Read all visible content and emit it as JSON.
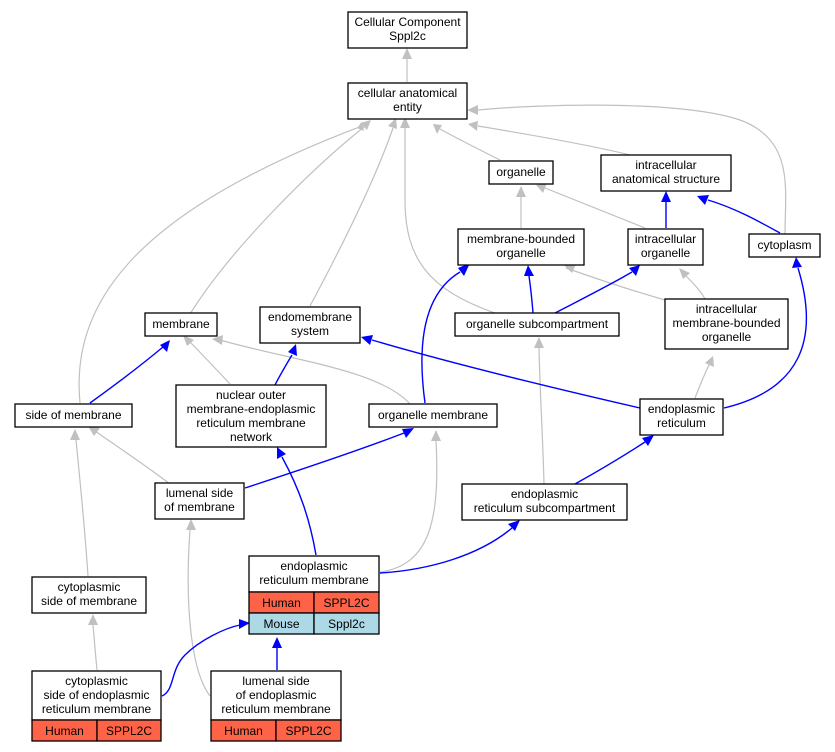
{
  "nodes": {
    "root": [
      "Cellular Component",
      "Sppl2c"
    ],
    "cae": [
      "cellular anatomical",
      "entity"
    ],
    "organelle": [
      "organelle"
    ],
    "ias": [
      "intracellular",
      "anatomical structure"
    ],
    "mbo": [
      "membrane-bounded",
      "organelle"
    ],
    "io": [
      "intracellular",
      "organelle"
    ],
    "cytoplasm": [
      "cytoplasm"
    ],
    "membrane": [
      "membrane"
    ],
    "endo": [
      "endomembrane",
      "system"
    ],
    "osub": [
      "organelle subcompartment"
    ],
    "imbo": [
      "intracellular",
      "membrane-bounded",
      "organelle"
    ],
    "nuc": [
      "nuclear outer",
      "membrane-endoplasmic",
      "reticulum membrane",
      "network"
    ],
    "som": [
      "side of membrane"
    ],
    "om": [
      "organelle membrane"
    ],
    "er": [
      "endoplasmic",
      "reticulum"
    ],
    "lsm": [
      "lumenal side",
      "of membrane"
    ],
    "ersub": [
      "endoplasmic",
      "reticulum subcompartment"
    ],
    "erm": [
      "endoplasmic",
      "reticulum membrane"
    ],
    "csm": [
      "cytoplasmic",
      "side of membrane"
    ],
    "cser": [
      "cytoplasmic",
      "side of endoplasmic",
      "reticulum membrane"
    ],
    "lser": [
      "lumenal side",
      "of endoplasmic",
      "reticulum membrane"
    ]
  },
  "annotations": {
    "erm": [
      {
        "species": "Human",
        "gene": "SPPL2C",
        "color": "#ff6347"
      },
      {
        "species": "Mouse",
        "gene": "Sppl2c",
        "color": "#add8e6"
      }
    ],
    "cser": [
      {
        "species": "Human",
        "gene": "SPPL2C",
        "color": "#ff6347"
      }
    ],
    "lser": [
      {
        "species": "Human",
        "gene": "SPPL2C",
        "color": "#ff6347"
      }
    ]
  },
  "colors": {
    "is_a_edge": "#c0c0c0",
    "part_of_edge": "#0000ff",
    "human": "#ff6347",
    "mouse": "#add8e6"
  }
}
